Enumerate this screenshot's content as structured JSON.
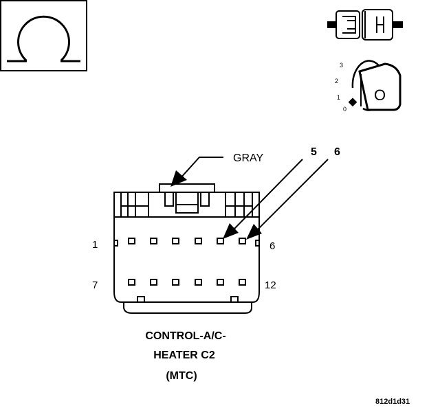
{
  "symbol_box": {
    "icon": "ohm-symbol-icon"
  },
  "wire_color_label": "GRAY",
  "callouts": [
    "5",
    "6"
  ],
  "pin_labels": {
    "top_left": "1",
    "top_right": "6",
    "bottom_left": "7",
    "bottom_right": "12"
  },
  "key_positions": [
    "3",
    "2",
    "1",
    "0"
  ],
  "key_letter": "O",
  "caption": [
    "CONTROL-A/C-",
    "HEATER C2",
    "(MTC)"
  ],
  "figure_id": "812d1d31"
}
